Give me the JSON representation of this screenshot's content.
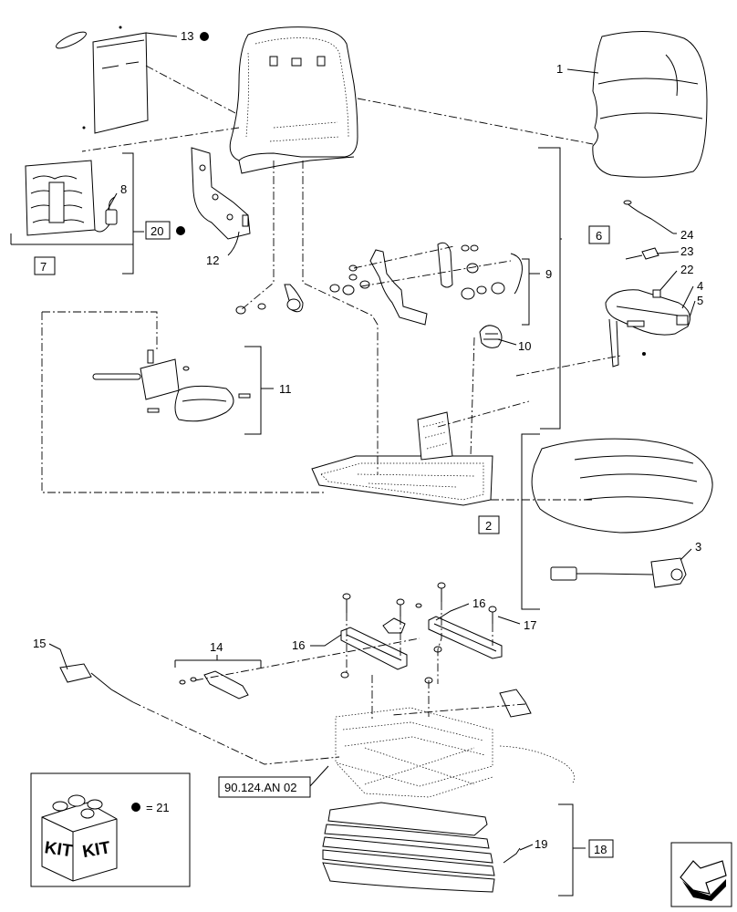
{
  "callouts": {
    "c1": "1",
    "c2": "2",
    "c3": "3",
    "c4": "4",
    "c5": "5",
    "c6": "6",
    "c7": "7",
    "c8": "8",
    "c9": "9",
    "c10": "10",
    "c11": "11",
    "c12": "12",
    "c13": "13",
    "c14": "14",
    "c15": "15",
    "c16a": "16",
    "c16b": "16",
    "c17": "17",
    "c18": "18",
    "c19": "19",
    "c20": "20",
    "c22": "22",
    "c23": "23",
    "c24": "24"
  },
  "reference": {
    "label": "90.124.AN 02"
  },
  "legend": {
    "kit_word_1": "KIT",
    "kit_word_2": "KIT",
    "equals_text": "= 21"
  },
  "marks": {
    "dot_symbol": "filled-circle",
    "nav_icon": "arrow-left-icon"
  }
}
